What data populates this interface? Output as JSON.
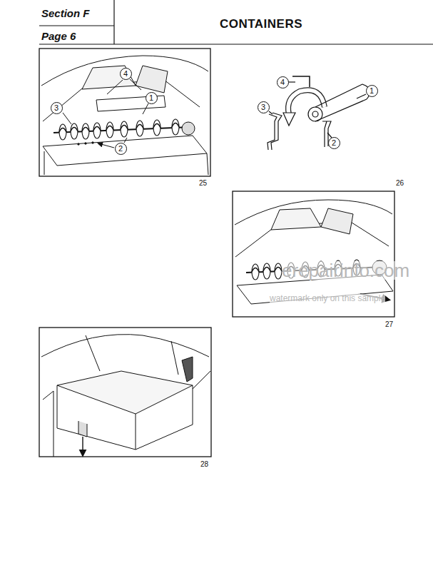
{
  "diagram": {
    "title": "CONTAINERS",
    "labels": [
      "Section F",
      "Page 6",
      "4",
      "1",
      "3",
      "2",
      "25",
      "4",
      "1",
      "3",
      "2",
      "26",
      "27",
      "28",
      "erepairinfo.com",
      "watermark only on this sample"
    ]
  }
}
